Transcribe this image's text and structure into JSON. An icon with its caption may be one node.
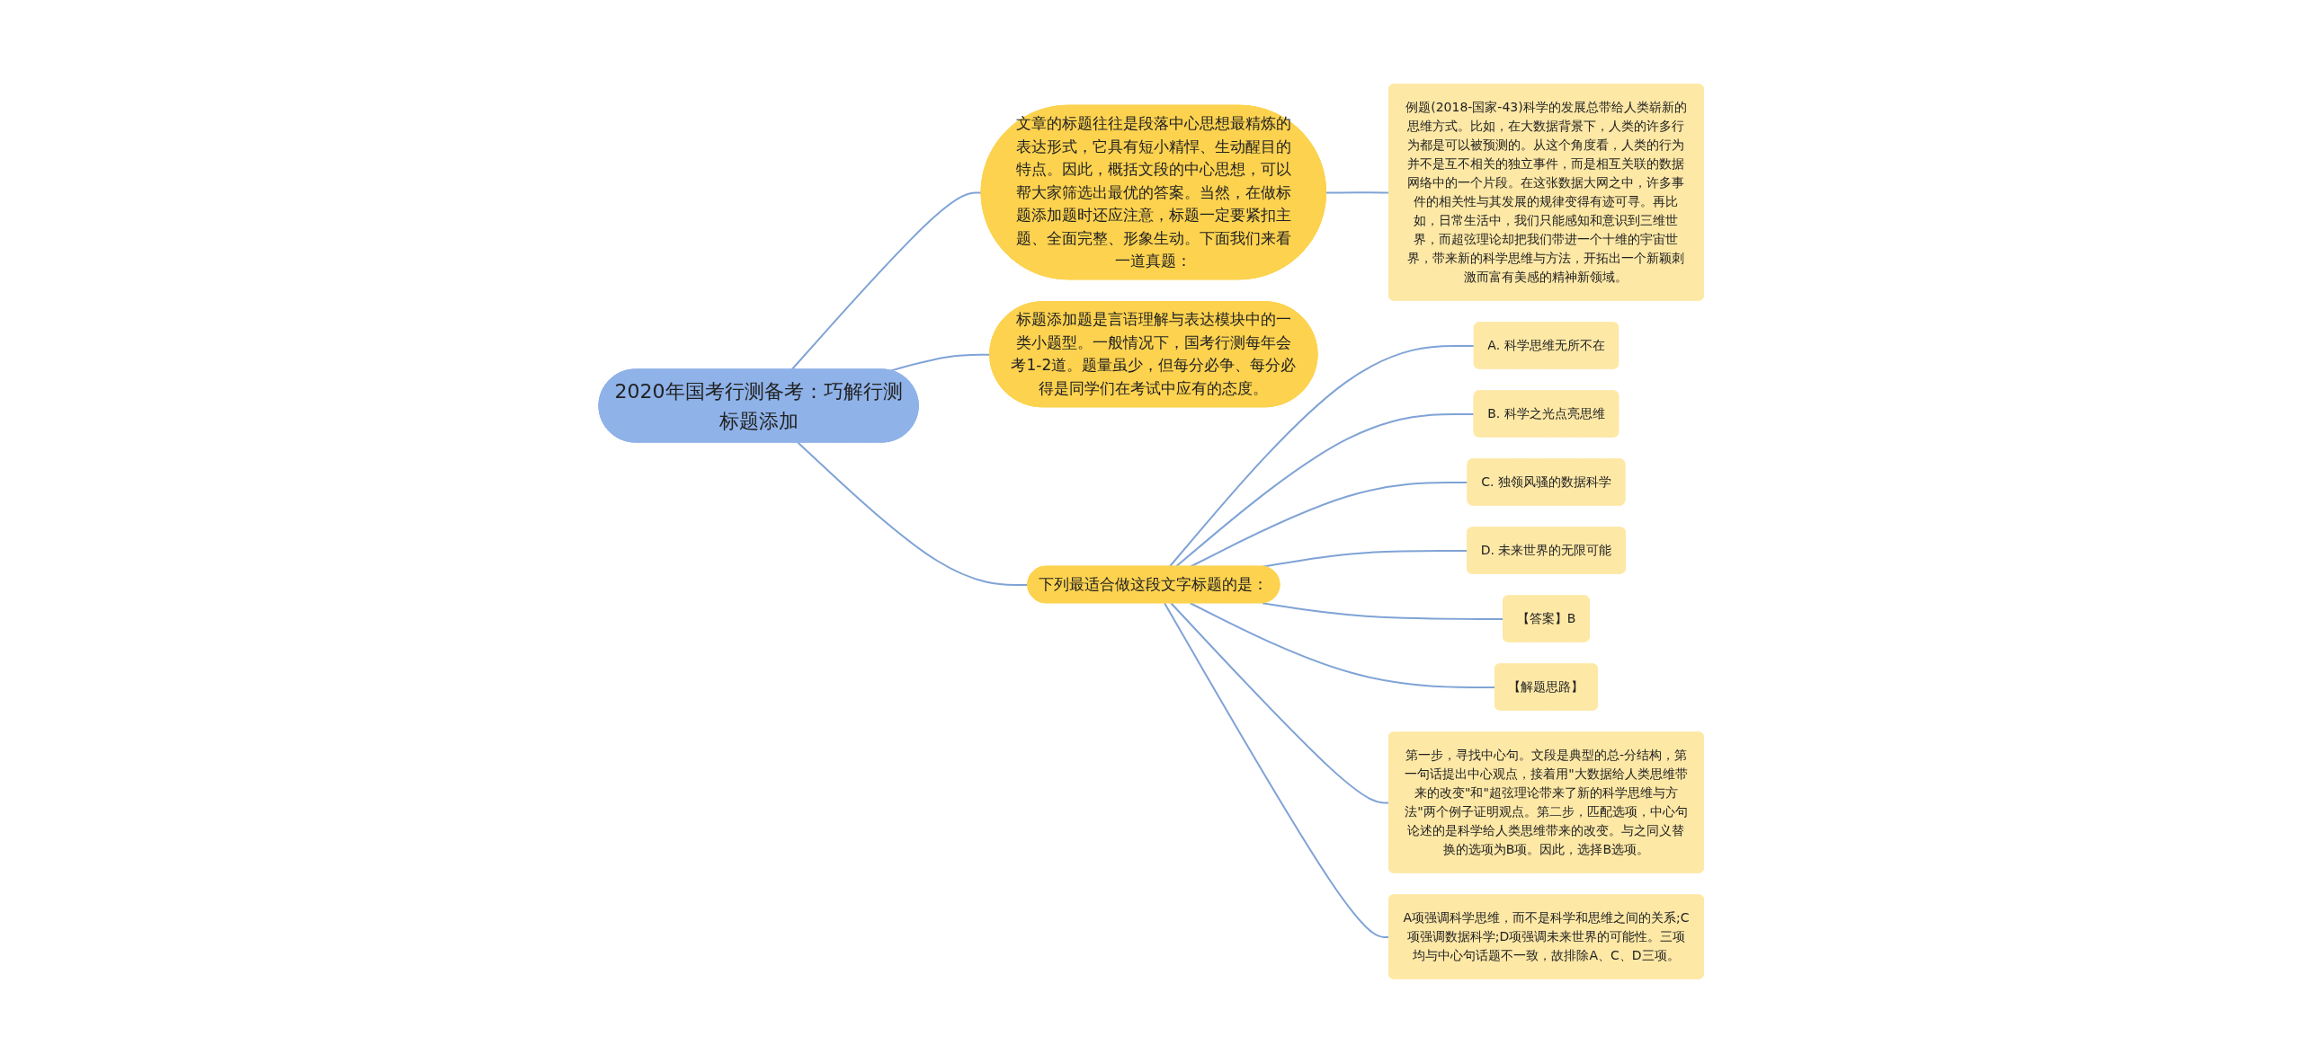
{
  "diagram": {
    "nodes": [
      {
        "text": [
          "2020年国考行测备考：巧解行测标题添加"
        ]
      },
      {
        "text": [
          "文章的标题往往是段落中心思想最精炼的表达形式，它具有短小精悍、生动醒目的特点。因此，概括文段的中心思想，可以帮大家筛选出最优的答案。当然，在做标题添加题时还应注意，标题一定要紧扣主题、全面完整、形象生动。下面我们来看一道真题："
        ]
      },
      {
        "text": [
          "例题(2018-国家-43)科学的发展总带给人类崭新的思维方式。比如，在大数据背景下，人类的许多行为都是可以被预测的。从这个角度看，人类的行为并不是互不相关的独立事件，而是相互关联的数据网络中的一个片段。在这张数据大网之中，许多事件的相关性与其发展的规律变得有迹可寻。再比如，日常生活中，我们只能感知和意识到三维世界，而超弦理论却把我们带进一个十维的宇宙世界，带来新的科学思维与方法，开拓出一个新颖刺激而富有美感的精神新领域。"
        ]
      },
      {
        "text": [
          "标题添加题是言语理解与表达模块中的一类小题型。一般情况下，国考行测每年会考1-2道。题量虽少，但每分必争、每分必得是同学们在考试中应有的态度。"
        ]
      },
      {
        "text": [
          "下列最适合做这段文字标题的是："
        ]
      },
      {
        "text": [
          "A. 科学思维无所不在"
        ]
      },
      {
        "text": [
          "B. 科学之光点亮思维"
        ]
      },
      {
        "text": [
          "C. 独领风骚的数据科学"
        ]
      },
      {
        "text": [
          "D. 未来世界的无限可能"
        ]
      },
      {
        "text": [
          "【答案】B"
        ]
      },
      {
        "text": [
          "【解题思路】"
        ]
      },
      {
        "text": [
          "第一步，寻找中心句。文段是典型的总-分结构，第一句话提出中心观点，接着用\"大数据给人类思维带来的改变\"和\"超弦理论带来了新的科学思维与方法\"两个例子证明观点。第二步，匹配选项，中心句论述的是科学给人类思维带来的改变。与之同义替换的选项为B项。因此，选择B选项。"
        ]
      },
      {
        "text": [
          "A项强调科学思维，而不是科学和思维之间的关系;C项强调数据科学;D项强调未来世界的可能性。三项均与中心句话题不一致，故排除A、C、D三项。"
        ]
      }
    ],
    "edges": [
      {
        "from": 0,
        "to": 1,
        "arrow": "none"
      },
      {
        "from": 1,
        "to": 2,
        "arrow": "none"
      },
      {
        "from": 0,
        "to": 3,
        "arrow": "none"
      },
      {
        "from": 0,
        "to": 4,
        "arrow": "none"
      },
      {
        "from": 4,
        "to": 5,
        "arrow": "none"
      },
      {
        "from": 4,
        "to": 6,
        "arrow": "none"
      },
      {
        "from": 4,
        "to": 7,
        "arrow": "none"
      },
      {
        "from": 4,
        "to": 8,
        "arrow": "none"
      },
      {
        "from": 4,
        "to": 9,
        "arrow": "none"
      },
      {
        "from": 4,
        "to": 10,
        "arrow": "none"
      },
      {
        "from": 4,
        "to": 11,
        "arrow": "none"
      },
      {
        "from": 4,
        "to": 12,
        "arrow": "none"
      }
    ]
  }
}
